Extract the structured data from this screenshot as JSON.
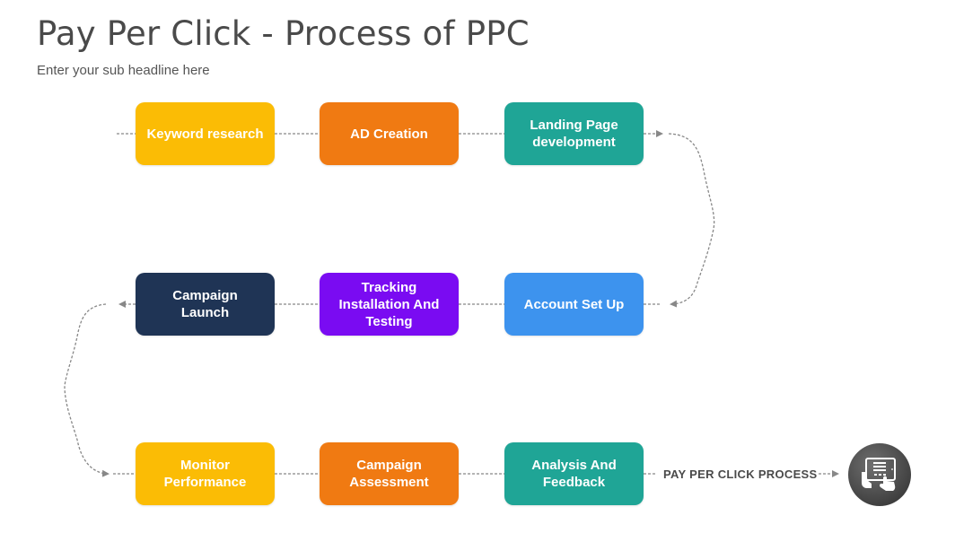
{
  "header": {
    "title": "Pay Per Click - Process of PPC",
    "subtitle": "Enter your sub headline here"
  },
  "steps": [
    {
      "label": "Keyword research",
      "color": "#FBBC05"
    },
    {
      "label": "AD Creation",
      "color": "#F07A12"
    },
    {
      "label": "Landing Page\ndevelopment",
      "color": "#1FA596"
    },
    {
      "label": "Account Set Up",
      "color": "#3D93EE"
    },
    {
      "label": "Tracking\nInstallation And\nTesting",
      "color": "#7A0BF2"
    },
    {
      "label": "Campaign\nLaunch",
      "color": "#1F3455"
    },
    {
      "label": "Monitor\nPerformance",
      "color": "#FBBC05"
    },
    {
      "label": "Campaign\nAssessment",
      "color": "#F07A12"
    },
    {
      "label": "Analysis And\nFeedback",
      "color": "#1FA596"
    }
  ],
  "end": {
    "label": "PAY PER CLICK PROCESS",
    "icon": "tablet-touch-icon"
  },
  "connector_color": "#888888"
}
